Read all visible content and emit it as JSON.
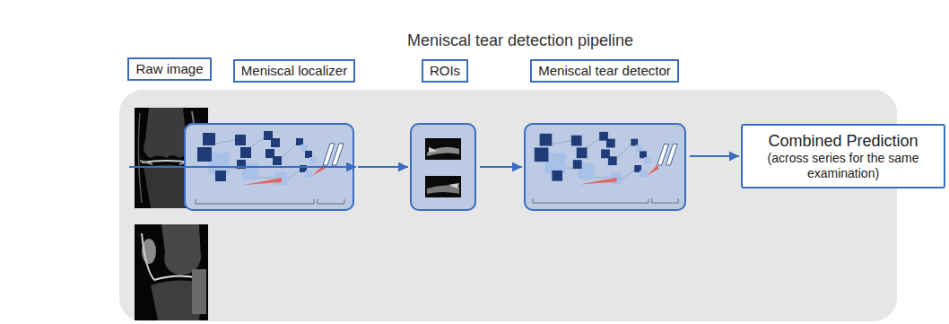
{
  "diagram": {
    "title": "Meniscal tear detection pipeline",
    "nodes": [
      {
        "text": [
          "Raw image"
        ]
      },
      {
        "text": [
          "Meniscal localizer"
        ]
      },
      {
        "text": [
          "ROIs"
        ]
      },
      {
        "text": [
          "Meniscal tear detector"
        ]
      },
      {
        "text": [
          "Combined Prediction",
          "(across series for the same examination)"
        ]
      }
    ],
    "edges": [
      {
        "from": 0,
        "to": 1,
        "arrow": "to"
      },
      {
        "from": 1,
        "to": 2,
        "arrow": "to"
      },
      {
        "from": 2,
        "to": 3,
        "arrow": "to"
      },
      {
        "from": 3,
        "to": 4,
        "arrow": "to"
      }
    ]
  }
}
